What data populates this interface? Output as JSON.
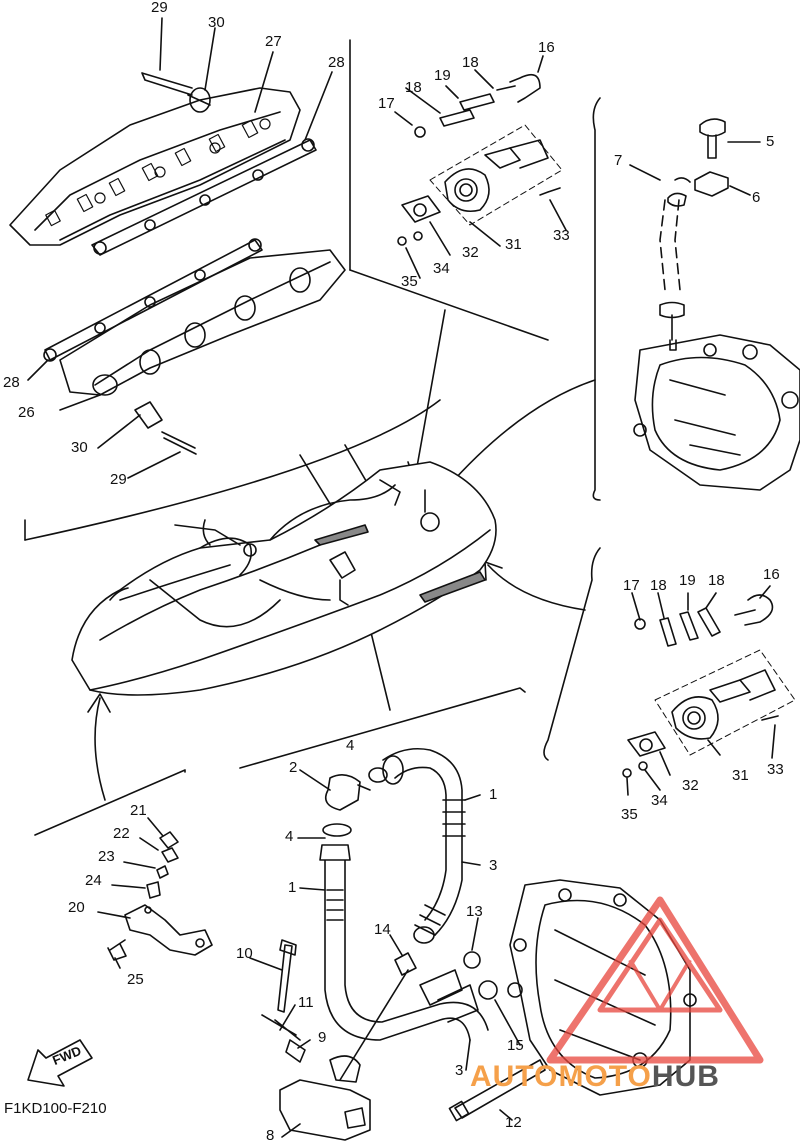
{
  "diagram_code": "F1KD100-F210",
  "fwd_label": "FWD",
  "watermark": {
    "part1": "AUTOMOTO",
    "part2": "HUB",
    "color1": "#f5a04a",
    "color2": "#555555",
    "logo_color": "#e8453c"
  },
  "callouts": [
    {
      "id": "c29a",
      "text": "29"
    },
    {
      "id": "c30a",
      "text": "30"
    },
    {
      "id": "c27",
      "text": "27"
    },
    {
      "id": "c28a",
      "text": "28"
    },
    {
      "id": "c28b",
      "text": "28"
    },
    {
      "id": "c26",
      "text": "26"
    },
    {
      "id": "c30b",
      "text": "30"
    },
    {
      "id": "c29b",
      "text": "29"
    },
    {
      "id": "c16a",
      "text": "16"
    },
    {
      "id": "c18a",
      "text": "18"
    },
    {
      "id": "c19a",
      "text": "19"
    },
    {
      "id": "c18b",
      "text": "18"
    },
    {
      "id": "c17a",
      "text": "17"
    },
    {
      "id": "c33a",
      "text": "33"
    },
    {
      "id": "c32a",
      "text": "32"
    },
    {
      "id": "c31a",
      "text": "31"
    },
    {
      "id": "c34a",
      "text": "34"
    },
    {
      "id": "c35a",
      "text": "35"
    },
    {
      "id": "c5",
      "text": "5"
    },
    {
      "id": "c7",
      "text": "7"
    },
    {
      "id": "c6",
      "text": "6"
    },
    {
      "id": "c17b",
      "text": "17"
    },
    {
      "id": "c18c",
      "text": "18"
    },
    {
      "id": "c19b",
      "text": "19"
    },
    {
      "id": "c18d",
      "text": "18"
    },
    {
      "id": "c16b",
      "text": "16"
    },
    {
      "id": "c32b",
      "text": "32"
    },
    {
      "id": "c31b",
      "text": "31"
    },
    {
      "id": "c33b",
      "text": "33"
    },
    {
      "id": "c34b",
      "text": "34"
    },
    {
      "id": "c35b",
      "text": "35"
    },
    {
      "id": "c21",
      "text": "21"
    },
    {
      "id": "c22",
      "text": "22"
    },
    {
      "id": "c23",
      "text": "23"
    },
    {
      "id": "c24",
      "text": "24"
    },
    {
      "id": "c20",
      "text": "20"
    },
    {
      "id": "c25",
      "text": "25"
    },
    {
      "id": "c2",
      "text": "2"
    },
    {
      "id": "c4a",
      "text": "4"
    },
    {
      "id": "c4b",
      "text": "4"
    },
    {
      "id": "c1a",
      "text": "1"
    },
    {
      "id": "c1b",
      "text": "1"
    },
    {
      "id": "c3a",
      "text": "3"
    },
    {
      "id": "c13",
      "text": "13"
    },
    {
      "id": "c14",
      "text": "14"
    },
    {
      "id": "c10",
      "text": "10"
    },
    {
      "id": "c11",
      "text": "11"
    },
    {
      "id": "c9",
      "text": "9"
    },
    {
      "id": "c15",
      "text": "15"
    },
    {
      "id": "c3b",
      "text": "3"
    },
    {
      "id": "c8",
      "text": "8"
    },
    {
      "id": "c12",
      "text": "12"
    }
  ]
}
